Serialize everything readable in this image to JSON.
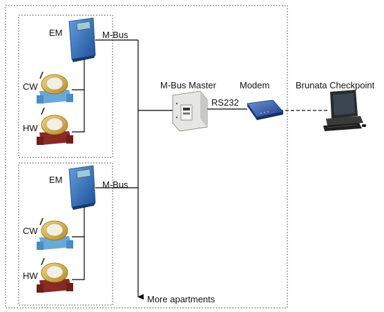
{
  "apartments": [
    {
      "meters": {
        "em": "EM",
        "cw": "CW",
        "hw": "HW"
      },
      "bus_label": "M-Bus"
    },
    {
      "meters": {
        "em": "EM",
        "cw": "CW",
        "hw": "HW"
      },
      "bus_label": "M-Bus"
    }
  ],
  "master": {
    "label": "M-Bus Master"
  },
  "link": {
    "label": "RS232"
  },
  "modem": {
    "label": "Modem"
  },
  "checkpoint": {
    "label": "Brunata Checkpoint"
  },
  "more": {
    "label": "More apartments"
  },
  "colors": {
    "line": "#000000",
    "em_device": "#2e6fb6",
    "em_display": "#9fc9d6",
    "cw_meter_body": "#d9b03c",
    "cw_meter_base": "#6aa8d8",
    "hw_meter_base": "#8a2a24",
    "modem": "#2a4ea0",
    "master_box": "#e6e6e3",
    "monitor": "#2b2b2b"
  }
}
